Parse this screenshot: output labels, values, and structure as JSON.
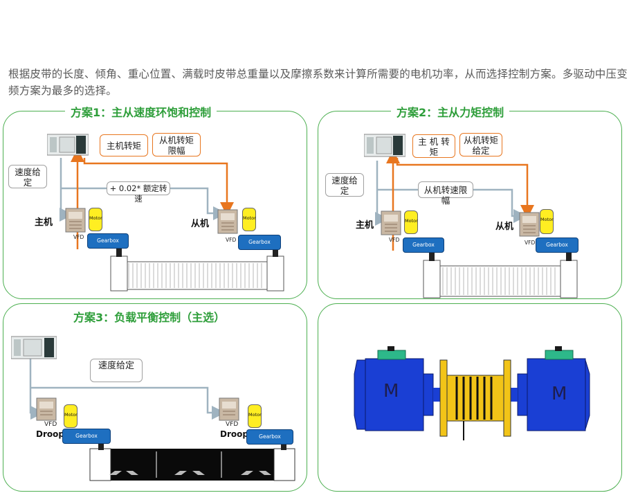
{
  "intro_text": "根据皮带的长度、倾角、重心位置、满载时皮带总重量以及摩擦系数来计算所需要的电机功率，从而选择控制方案。多驱动中压变频方案为最多的选择。",
  "schemes": [
    {
      "title": "方案1：主从速度环饱和控制",
      "speed_given": "速度给定",
      "master_torque": "主机转矩",
      "slave_torque_limit": "从机转矩限幅",
      "formula": "+ 0.02* 额定转速",
      "master_label": "主机",
      "slave_label": "从机",
      "vfd": "VFD",
      "motor": "Motor",
      "gearbox_left": "Gearbox",
      "gearbox_right": "Gearbox"
    },
    {
      "title": "方案2：主从力矩控制",
      "speed_given": "速度给定",
      "master_torque": "主 机 转矩",
      "slave_torque_given": "从机转矩给定",
      "slave_speed_limit": "从机转速限幅",
      "master_label": "主机",
      "slave_label": "从机",
      "vfd": "VFD",
      "motor": "Motor",
      "gearbox_left": "Gearbox",
      "gearbox_right": "Gearbox"
    },
    {
      "title": "方案3：负载平衡控制（主选）",
      "speed_given": "速度给定",
      "droop": "Droop",
      "vfd": "VFD",
      "motor": "Motor",
      "gearbox": "Gearbox"
    }
  ],
  "motors": {
    "left": "M",
    "right": "M"
  },
  "colors": {
    "panel_border": "#4caf50",
    "title": "#2e9e3a",
    "orange": "#e8761f",
    "line": "#9fb3c0",
    "gearbox": "#1e6fc0",
    "motor_blue": "#1a3fd4",
    "coupling_yellow": "#f2c418"
  }
}
